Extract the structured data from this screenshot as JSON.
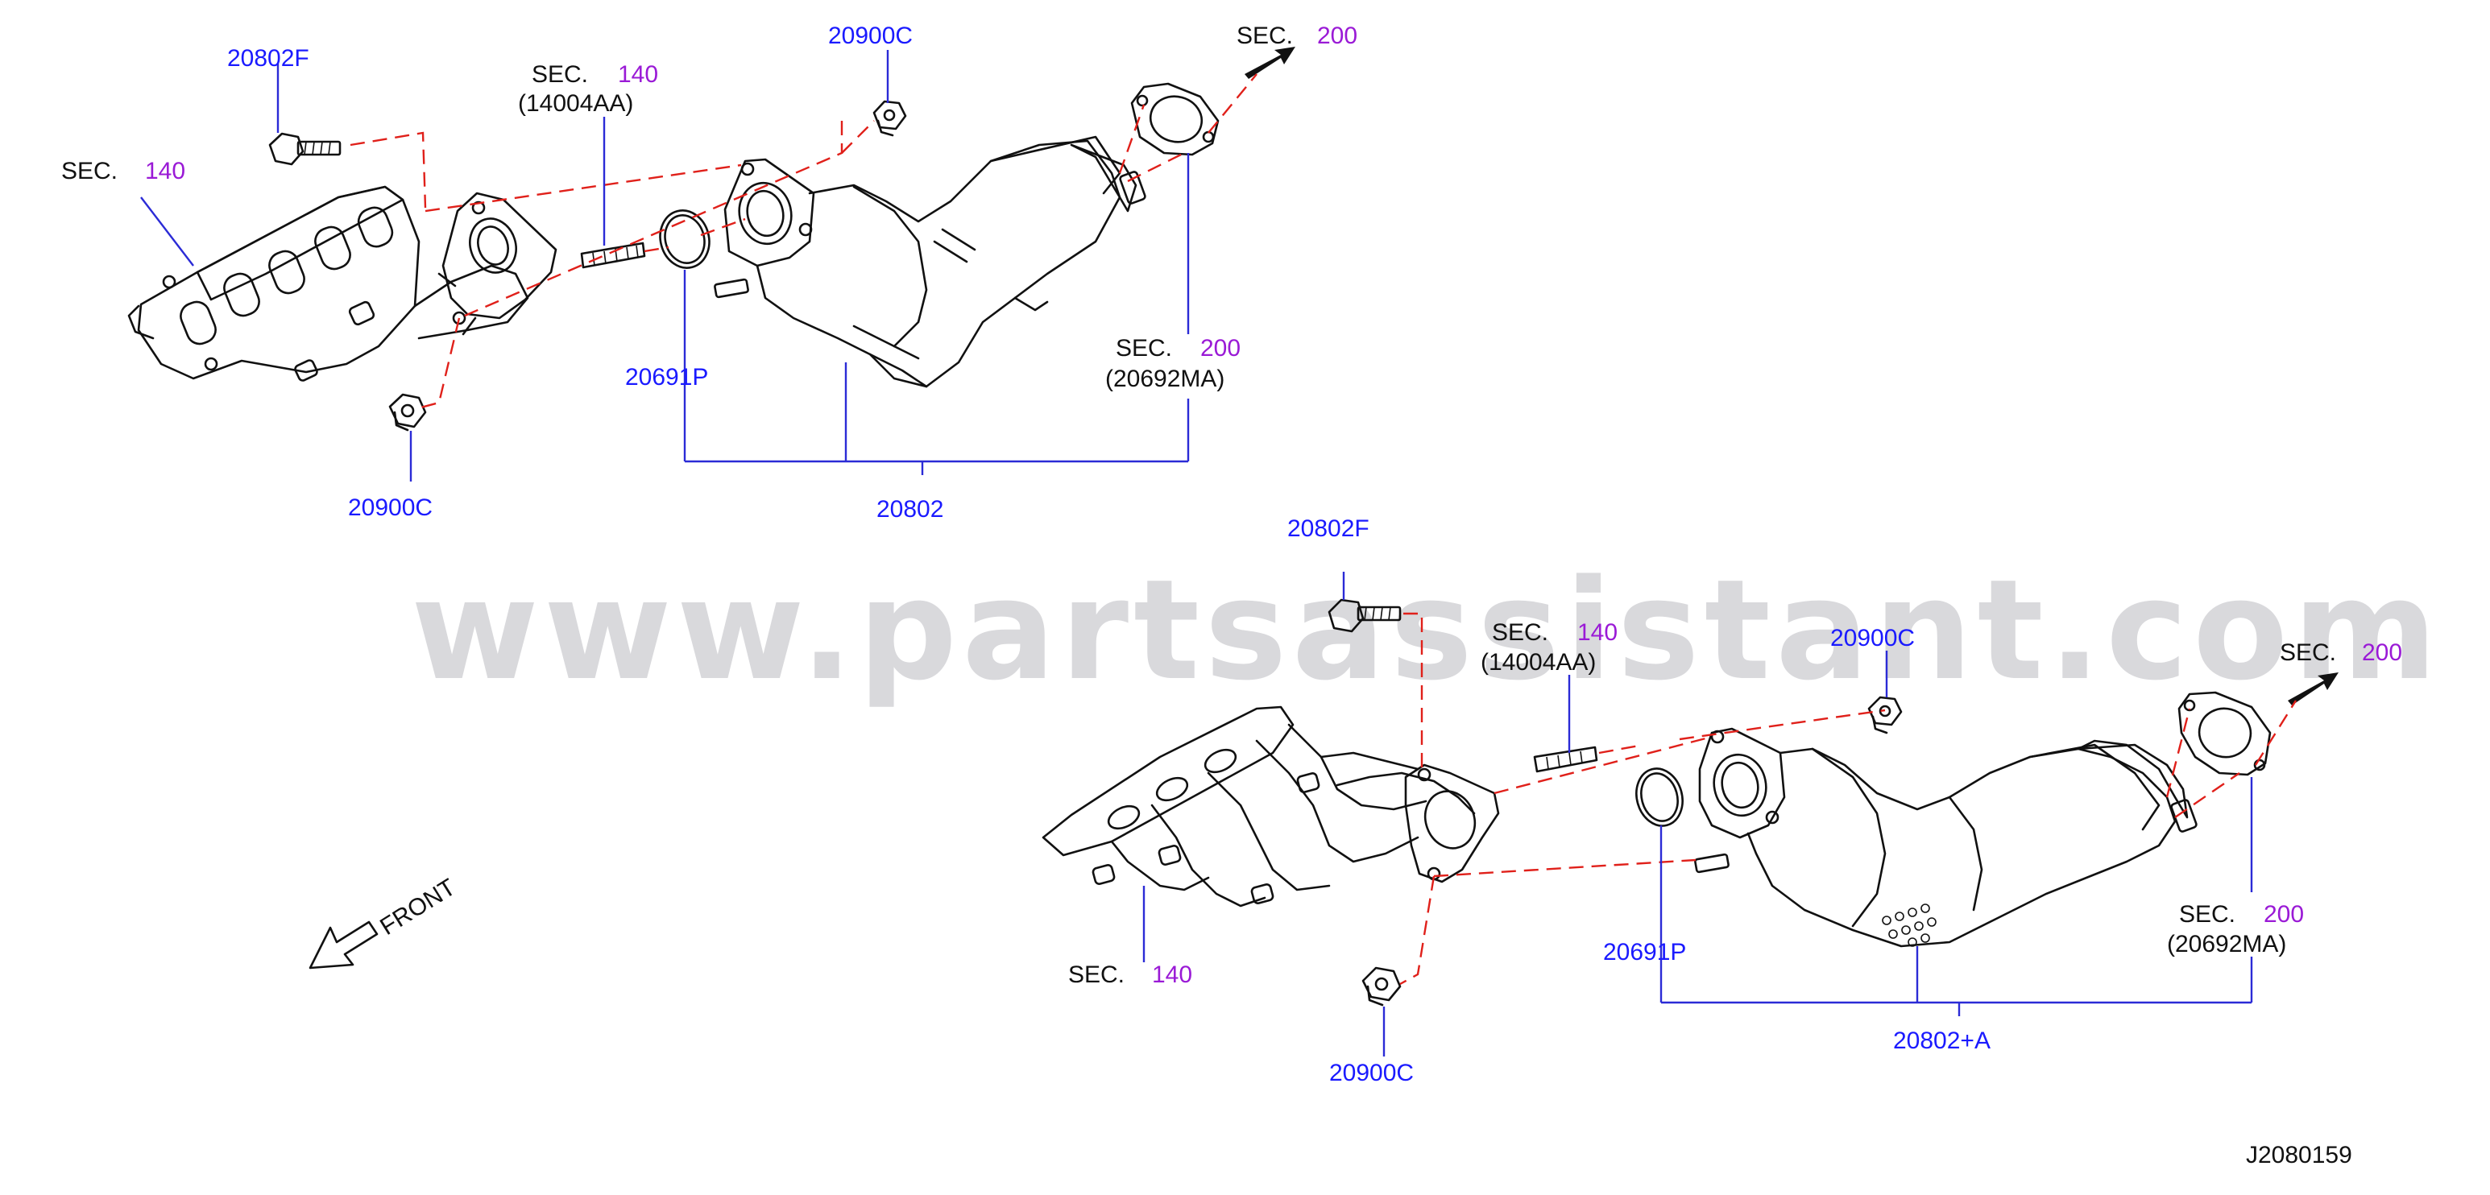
{
  "watermark": "www.partsassistant.com",
  "diagram_code": "J2080159",
  "front_label": "FRONT",
  "sec_word": "SEC.",
  "upper": {
    "bolt_f": "20802F",
    "sec140_stud_num": "140",
    "stud_part": "(14004AA)",
    "nut_top": "20900C",
    "sec200_top_num": "200",
    "sec140_manifold_num": "140",
    "gasket": "20691P",
    "sec200_gasket_num": "200",
    "gasket_part": "(20692MA)",
    "nut_bottom": "20900C",
    "assembly": "20802"
  },
  "lower": {
    "bolt_f": "20802F",
    "sec140_stud_num": "140",
    "stud_part": "(14004AA)",
    "nut_top": "20900C",
    "sec200_top_num": "200",
    "sec140_manifold_num": "140",
    "gasket": "20691P",
    "sec200_gasket_num": "200",
    "gasket_part": "(20692MA)",
    "nut_bottom": "20900C",
    "assembly": "20802+A"
  },
  "colors": {
    "part_number": "#1a1aff",
    "section_number": "#9a1ad6",
    "dashed_line": "#e0201a",
    "outline": "#111111",
    "watermark": "#d9d9dc"
  }
}
